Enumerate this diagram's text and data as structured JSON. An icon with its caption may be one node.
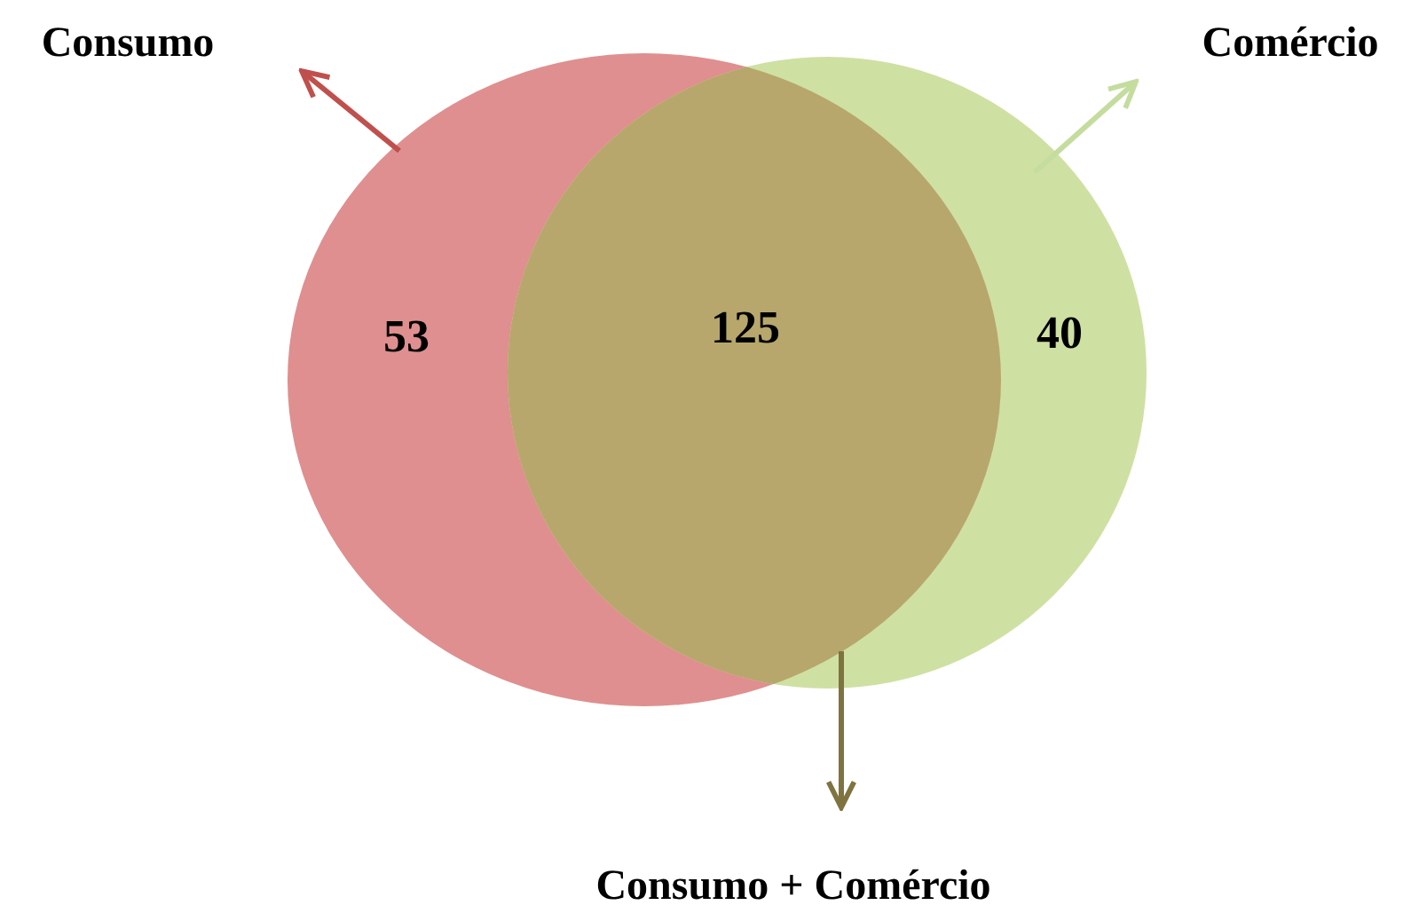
{
  "diagram": {
    "nodes": [
      {
        "text": [
          "53"
        ]
      },
      {
        "text": [
          "40"
        ]
      },
      {
        "text": [
          "Consumo"
        ]
      },
      {
        "text": [
          "Comércio"
        ]
      },
      {
        "text": [
          "Consumo + Comércio"
        ]
      }
    ],
    "edges": [
      {
        "from": 0,
        "to": 2,
        "arrow": "to",
        "color": "#c0504d"
      },
      {
        "from": 1,
        "to": 3,
        "arrow": "to",
        "color": "#c4dd9f"
      },
      {
        "from": 0,
        "to": 4,
        "arrow": "to",
        "color": "#7f7340"
      },
      {
        "from": 1,
        "to": 4,
        "arrow": "to",
        "color": "#7f7340"
      }
    ],
    "labels": [
      "125"
    ]
  }
}
